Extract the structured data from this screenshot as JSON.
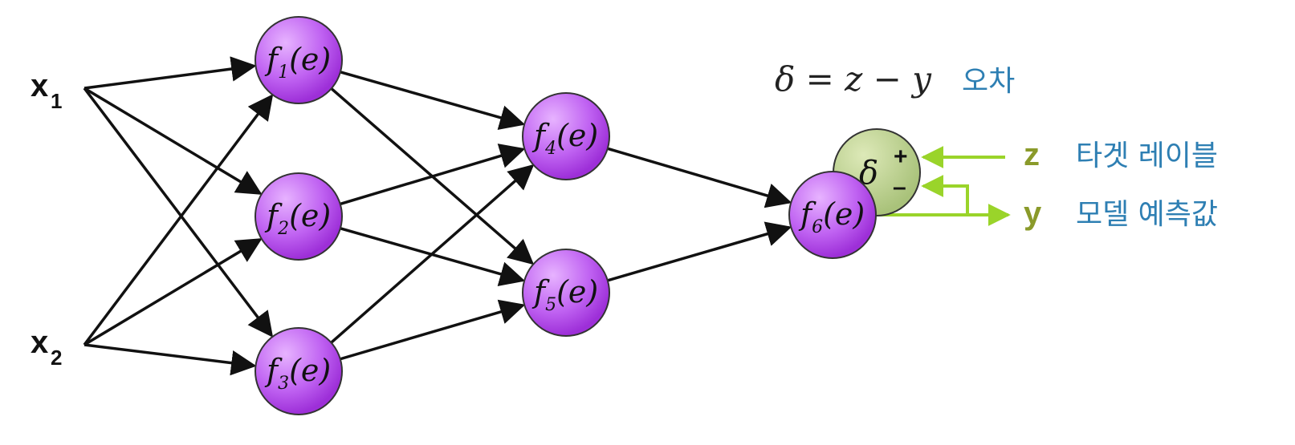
{
  "inputs": [
    {
      "base": "x",
      "sub": "1"
    },
    {
      "base": "x",
      "sub": "2"
    }
  ],
  "nodes": [
    {
      "id": "f1",
      "fn": "f",
      "sub": "1",
      "arg": "(e)"
    },
    {
      "id": "f2",
      "fn": "f",
      "sub": "2",
      "arg": "(e)"
    },
    {
      "id": "f3",
      "fn": "f",
      "sub": "3",
      "arg": "(e)"
    },
    {
      "id": "f4",
      "fn": "f",
      "sub": "4",
      "arg": "(e)"
    },
    {
      "id": "f5",
      "fn": "f",
      "sub": "5",
      "arg": "(e)"
    },
    {
      "id": "f6",
      "fn": "f",
      "sub": "6",
      "arg": "(e)"
    }
  ],
  "edges": [
    [
      "x1",
      "f1"
    ],
    [
      "x1",
      "f2"
    ],
    [
      "x1",
      "f3"
    ],
    [
      "x2",
      "f1"
    ],
    [
      "x2",
      "f2"
    ],
    [
      "x2",
      "f3"
    ],
    [
      "f1",
      "f4"
    ],
    [
      "f1",
      "f5"
    ],
    [
      "f2",
      "f4"
    ],
    [
      "f2",
      "f5"
    ],
    [
      "f3",
      "f4"
    ],
    [
      "f3",
      "f5"
    ],
    [
      "f4",
      "f6"
    ],
    [
      "f5",
      "f6"
    ]
  ],
  "error_node": {
    "symbol": "δ",
    "plus": "+",
    "minus": "–"
  },
  "equation": {
    "text": "δ = z − y",
    "label": "오차"
  },
  "target": {
    "symbol": "z",
    "label": "타겟 레이블"
  },
  "prediction": {
    "symbol": "y",
    "label": "모델 예측값"
  },
  "colors": {
    "node_fill": "#b84cf0",
    "node_stroke": "#333333",
    "error_fill": "#b8cf8a",
    "green_arrow": "#9ad42a",
    "kr_label": "#2e7fb3",
    "zy_label": "#8a9a2a"
  }
}
